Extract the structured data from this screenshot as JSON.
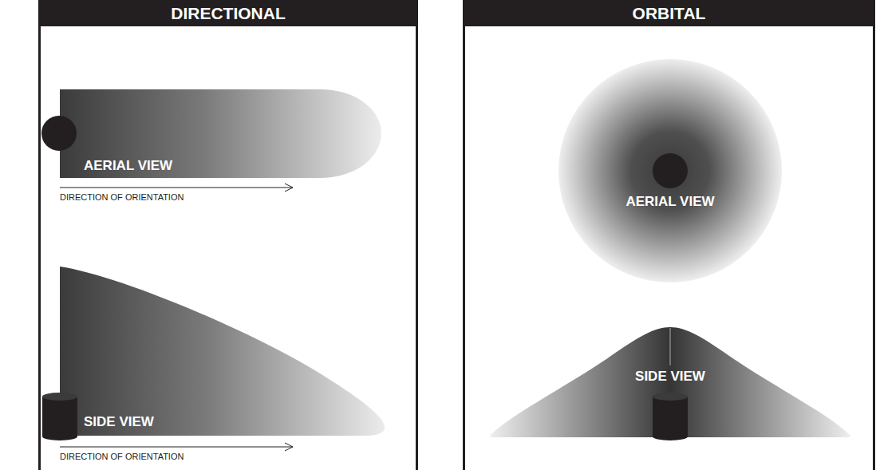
{
  "diagram": {
    "nodes": [
      {
        "text": [
          "DIRECTIONAL"
        ]
      },
      {
        "text": [
          "AERIAL VIEW"
        ],
        "in": 0
      },
      {
        "text": [
          "SIDE VIEW"
        ],
        "in": 0
      },
      {
        "text": [
          "ORBITAL"
        ]
      },
      {
        "text": [
          "AERIAL VIEW"
        ],
        "in": 3
      },
      {
        "text": [
          "SIDE VIEW"
        ],
        "in": 3
      }
    ],
    "labels": [
      "DIRECTION OF ORIENTATION",
      "DIRECTION OF ORIENTATION"
    ]
  }
}
